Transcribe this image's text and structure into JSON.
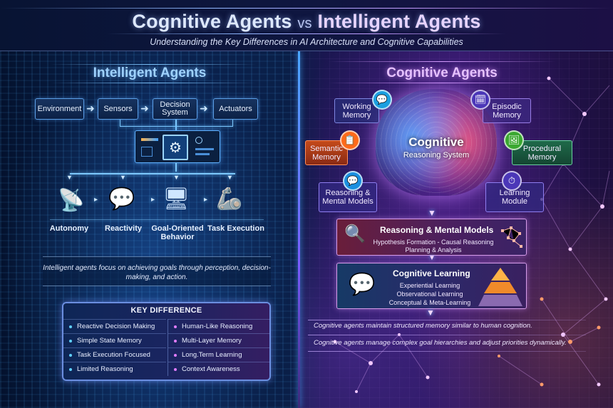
{
  "header": {
    "title_part1": "Cognitive Agents",
    "title_vs": "vs",
    "title_part2": "Intelligent Agents",
    "subtitle": "Understanding the Key Differences in AI Architecture and Cognitive Capabilities"
  },
  "intelligent": {
    "title": "Intelligent Agents",
    "flow": [
      "Environment",
      "Sensors",
      "Decision System",
      "Actuators"
    ],
    "features": [
      {
        "label": "Autonomy",
        "icon": "satellite-dish-icon"
      },
      {
        "label": "Reactivity",
        "icon": "chat-bubbles-icon"
      },
      {
        "label": "Goal-Oriented Behavior",
        "icon": "monitor-chart-icon"
      },
      {
        "label": "Task Execution",
        "icon": "robot-arm-icon"
      }
    ],
    "summary": "Intelligent agents focus on achieving goals through perception, decision-making, and action."
  },
  "key_difference": {
    "title": "KEY DIFFERENCE",
    "left": [
      "Reactive Decision Making",
      "Simple State Memory",
      "Task Execution Focused",
      "Limited Reasoning"
    ],
    "right": [
      "Human-Like Reasoning",
      "Multi-Layer Memory",
      "Long.Term Learning",
      "Context Awareness"
    ],
    "colors": {
      "left_dot": "#5fd0ff",
      "right_dot": "#e27dff"
    }
  },
  "cognitive": {
    "title": "Cognitive Agents",
    "center": {
      "line1": "Cognitive",
      "line2": "Reasoning System"
    },
    "modules": {
      "working_memory": "Working Memory",
      "episodic_memory": "Episodic Memory",
      "semantic_memory": "Semantic Memory",
      "procedural_memory": "Procedural Memory",
      "reasoning_models": "Reasoning & Mental Models",
      "learning_module": "Learning Module"
    },
    "reasoning_card": {
      "title": "Reasoning & Mental Models",
      "line1": "Hypothesis Formation - Causal Reasoning",
      "line2": "Planning & Analysis"
    },
    "learning_card": {
      "title": "Cognitive Learning",
      "items": [
        "Experiential Learning",
        "Observational Learning",
        "Conceptual & Meta-Learning"
      ]
    },
    "summary": [
      "Cognitive agents maintain structured memory similar to human cognition.",
      "Cognitive agents manage complex goal hierarchies and adjust priorities dynamically."
    ]
  }
}
